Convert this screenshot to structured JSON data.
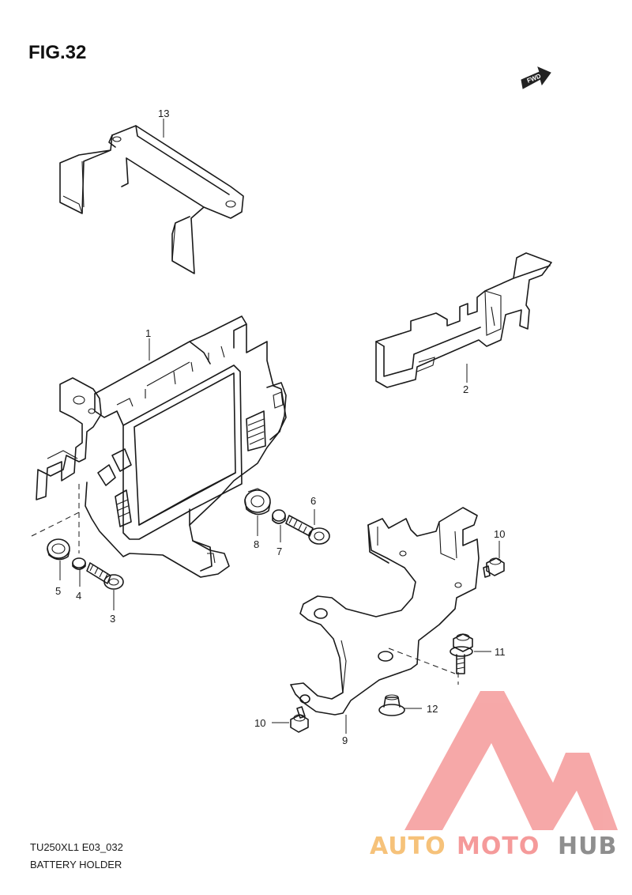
{
  "figure": {
    "title": "FIG.32",
    "fwd_label": "FWD",
    "model_code": "TU250XL1 E03_032",
    "caption": "BATTERY HOLDER"
  },
  "callouts": {
    "c1": "1",
    "c2": "2",
    "c3": "3",
    "c4": "4",
    "c5": "5",
    "c6": "6",
    "c7": "7",
    "c8": "8",
    "c9": "9",
    "c10a": "10",
    "c10b": "10",
    "c11": "11",
    "c12": "12",
    "c13": "13"
  },
  "watermark": {
    "part1": "AUTO",
    "part2": "MOTO",
    "part3": "HUB",
    "colors": {
      "orange": "#f6c27a",
      "red": "#f59a9a",
      "gray": "#8e8e8e"
    }
  }
}
